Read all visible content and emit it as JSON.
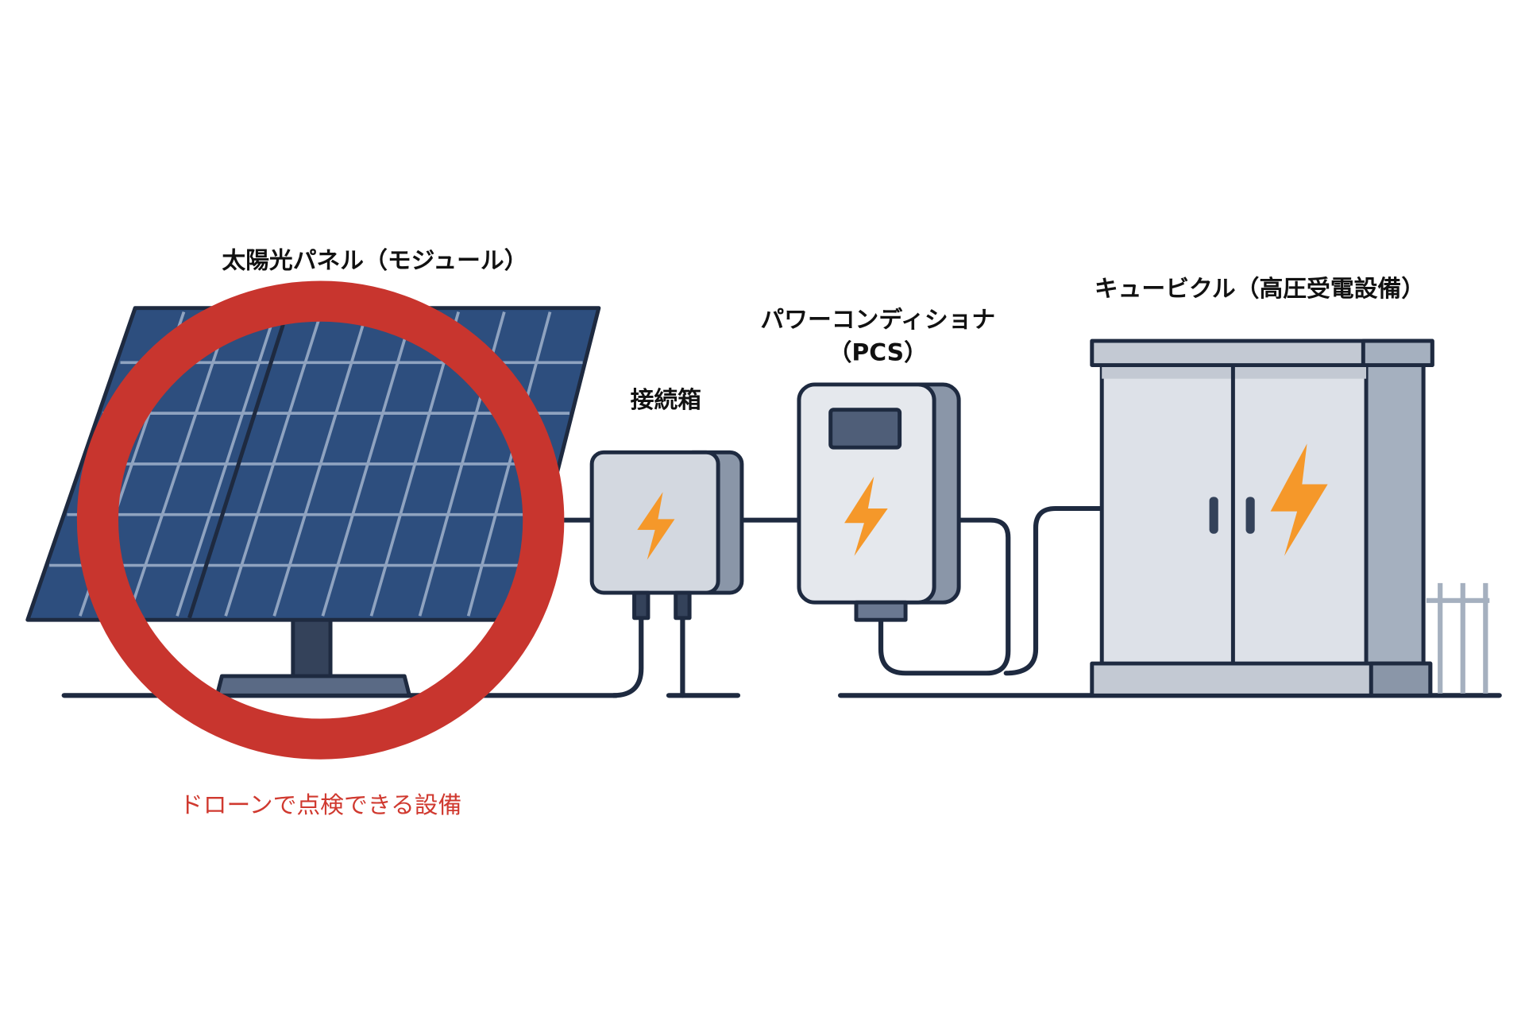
{
  "labels": {
    "solar_panel": "太陽光パネル（モジュール）",
    "junction_box": "接続箱",
    "pcs_line1": "パワーコンディショナ",
    "pcs_line2": "（PCS）",
    "cubicle": "キュービクル（高圧受電設備）",
    "drone_note": "ドローンで点検できる設備"
  },
  "colors": {
    "highlight": "#c8352e",
    "panel": "#2d4e7e",
    "outline": "#1e2a40",
    "bolt": "#f5982a"
  },
  "icons": [
    "lightning-bolt-icon"
  ]
}
